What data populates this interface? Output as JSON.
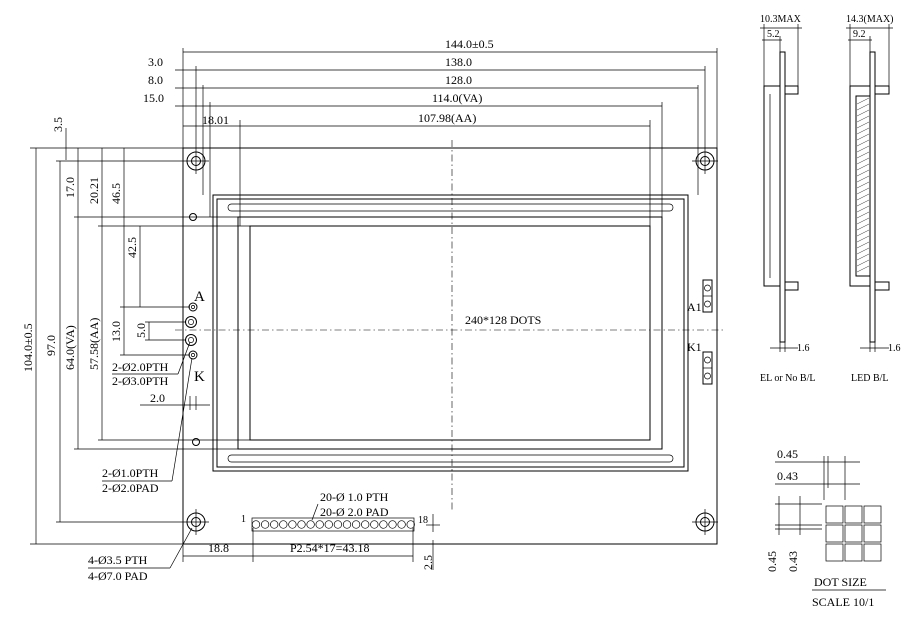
{
  "top_dims": {
    "overall": "144.0±0.5",
    "hole_span": "138.0",
    "bezel": "128.0",
    "va": "114.0(VA)",
    "aa": "107.98(AA)",
    "offset_3": "3.0",
    "offset_8": "8.0",
    "offset_15": "15.0",
    "offset_18": "18.01"
  },
  "left_dims": {
    "top_3_5": "3.5",
    "overall": "104.0±0.5",
    "hole_span": "97.0",
    "va": "64.0(VA)",
    "aa": "57.58(AA)",
    "d17": "17.0",
    "d20": "20.21",
    "d46": "46.5",
    "d42": "42.5",
    "d13": "13.0",
    "d5": "5.0",
    "d2": "2.0"
  },
  "labels": {
    "dots": "240*128 DOTS",
    "pin_a": "A",
    "pin_k": "K",
    "pin_a1": "A1",
    "pin_k1": "K1",
    "pth_small_1": "2-Ø2.0PTH",
    "pth_small_2": "2-Ø3.0PTH",
    "pth_mid_1": "2-Ø1.0PTH",
    "pth_mid_2": "2-Ø2.0PAD",
    "pth_row_1": "20-Ø 1.0 PTH",
    "pth_row_2": "20-Ø 2.0 PAD",
    "pin_first": "1",
    "pin_last": "18",
    "mount_1": "4-Ø3.5 PTH",
    "mount_2": "4-Ø7.0 PAD",
    "bottom_18_8": "18.8",
    "bottom_pitch": "P2.54*17=43.18",
    "bottom_2_5": "2.5"
  },
  "side_views": {
    "el_max": "10.3MAX",
    "el_5_2": "5.2",
    "el_1_6": "1.6",
    "el_caption": "EL or No B/L",
    "led_max": "14.3(MAX)",
    "led_9_2": "9.2",
    "led_1_6": "1.6",
    "led_caption": "LED B/L"
  },
  "dot_size": {
    "w1": "0.45",
    "w2": "0.43",
    "h1": "0.45",
    "h2": "0.43",
    "caption": "DOT SIZE",
    "scale": "SCALE 10/1"
  }
}
